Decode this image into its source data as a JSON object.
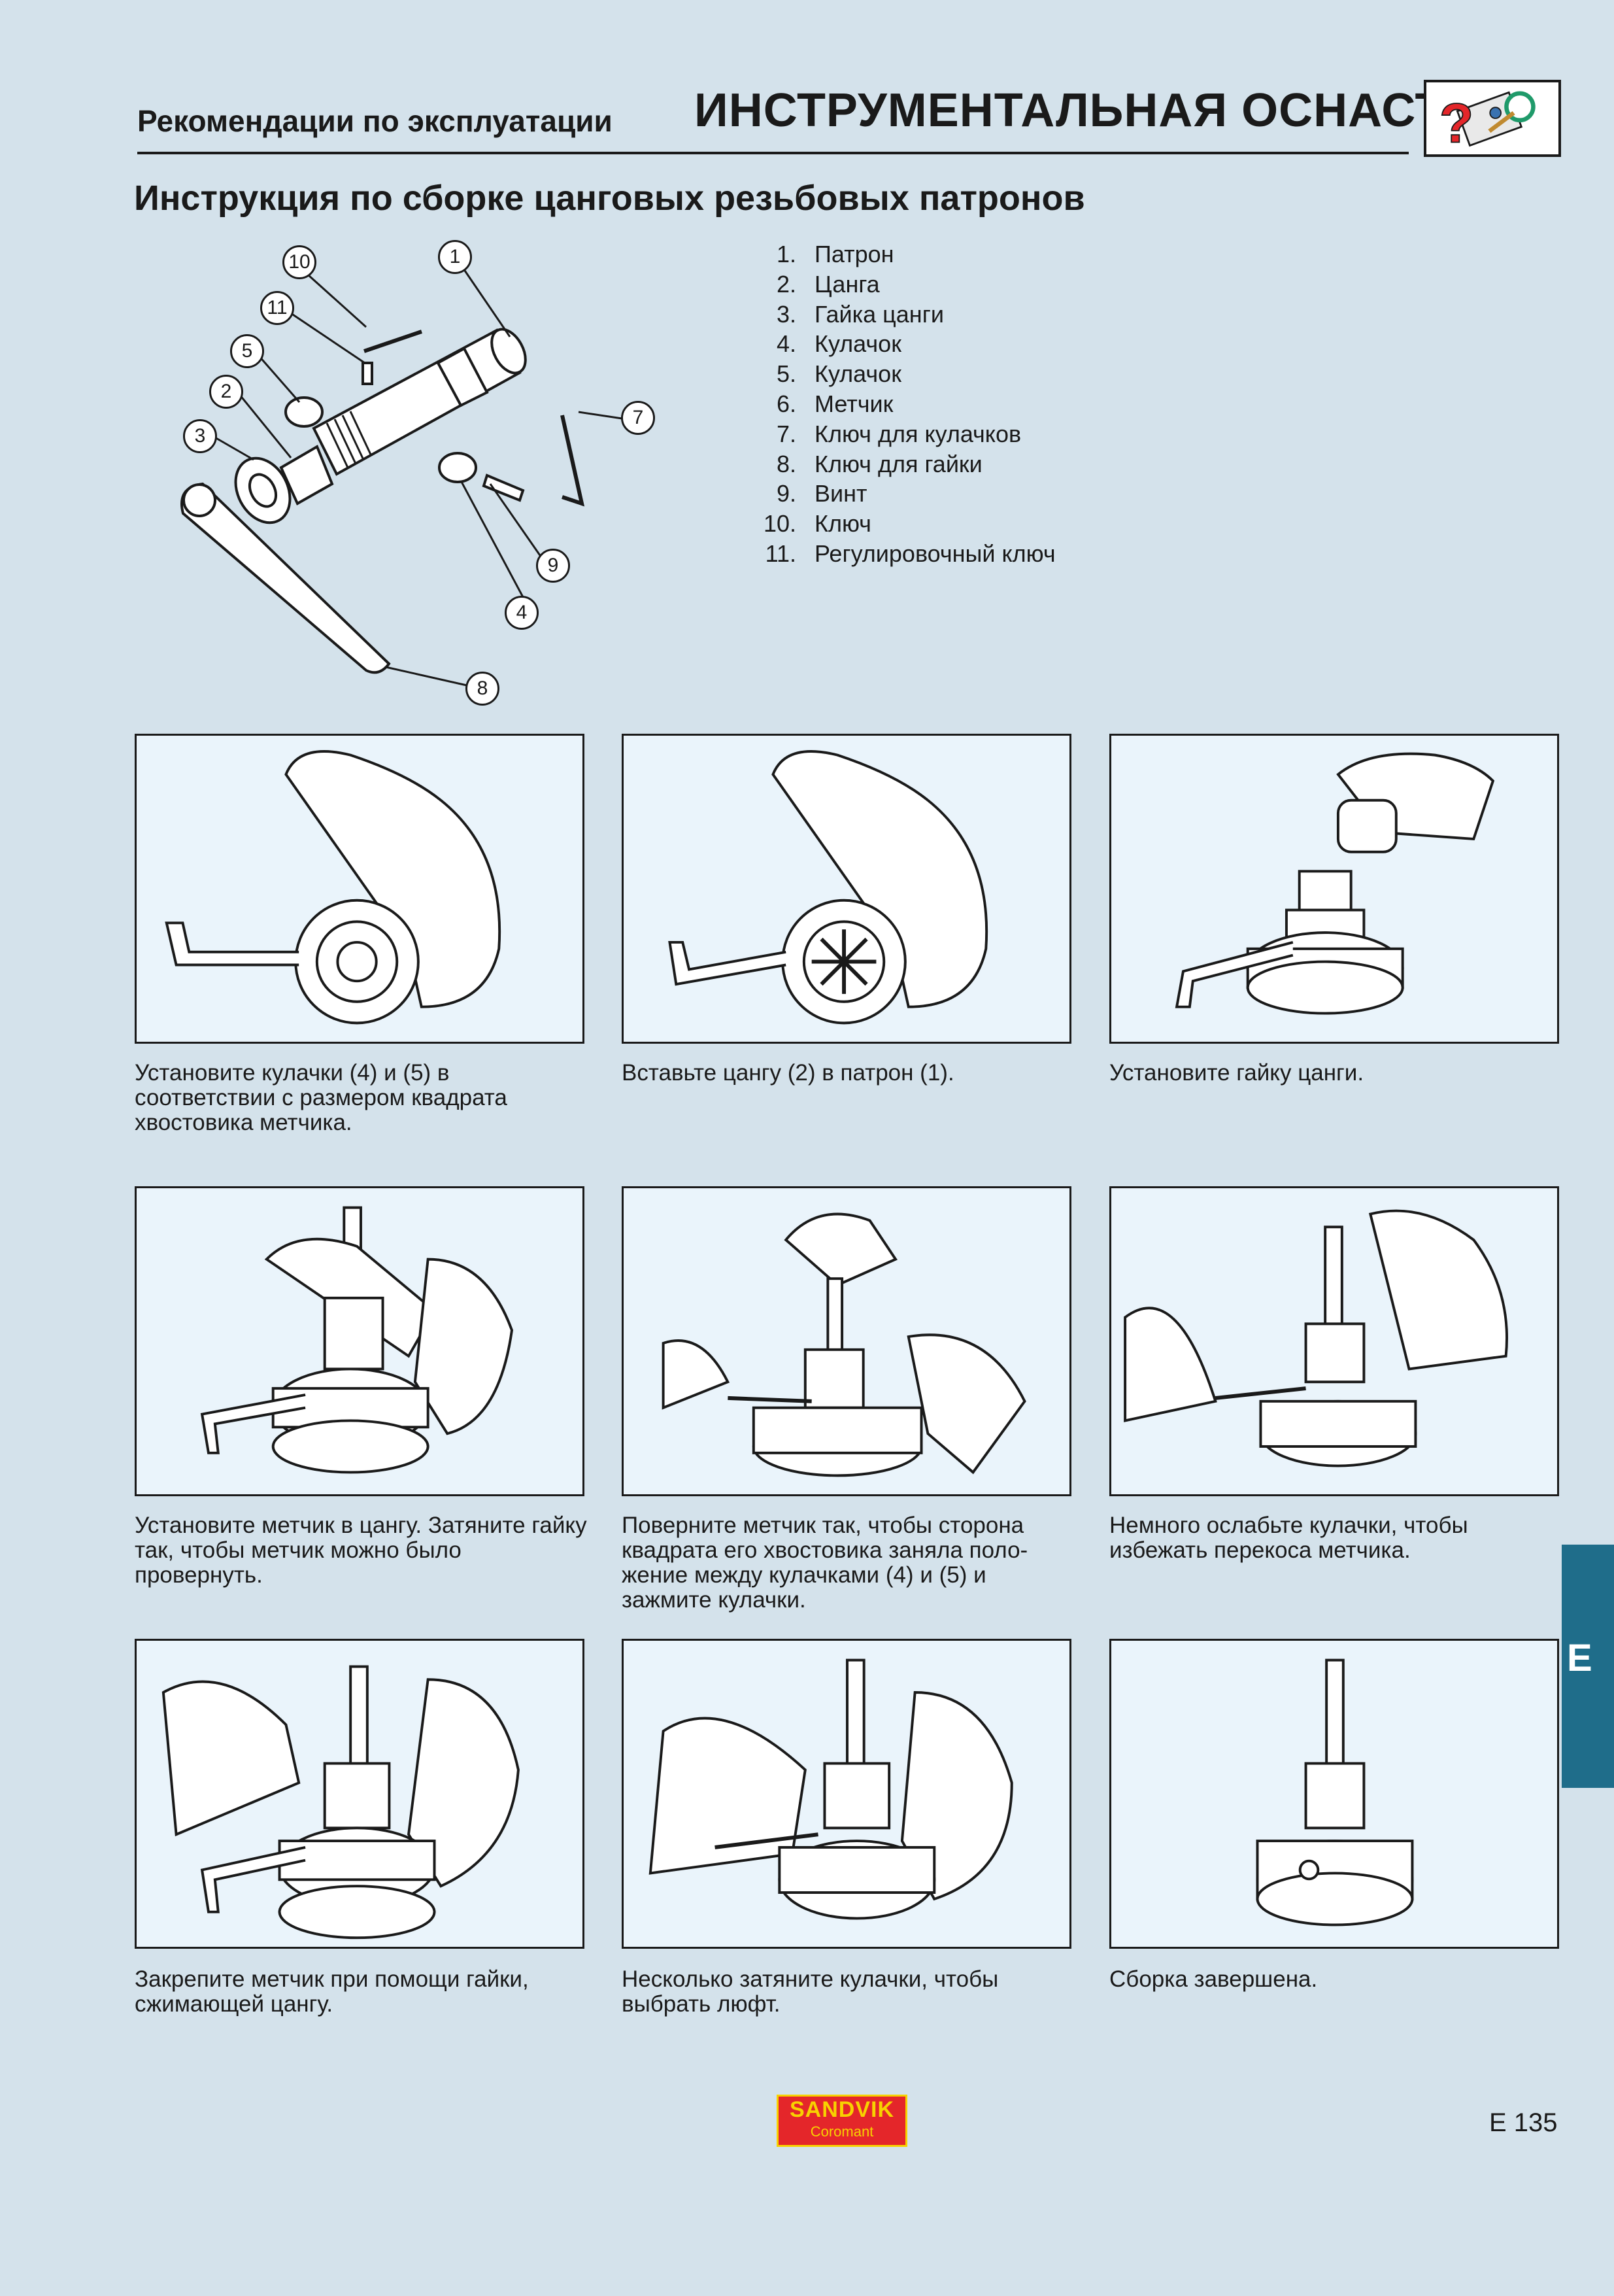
{
  "header": {
    "section": "Рекомендации по эксплуатации",
    "title": "ИНСТРУМЕНТАЛЬНАЯ ОСНАСТКА"
  },
  "page_title": "Инструкция по сборке цанговых резьбовых патронов",
  "parts": [
    {
      "num": "1.",
      "label": "Патрон"
    },
    {
      "num": "2.",
      "label": "Цанга"
    },
    {
      "num": "3.",
      "label": "Гайка цанги"
    },
    {
      "num": "4.",
      "label": "Кулачок"
    },
    {
      "num": "5.",
      "label": "Кулачок"
    },
    {
      "num": "6.",
      "label": "Метчик"
    },
    {
      "num": "7.",
      "label": "Ключ для кулачков"
    },
    {
      "num": "8.",
      "label": "Ключ для гайки"
    },
    {
      "num": "9.",
      "label": "Винт"
    },
    {
      "num": "10.",
      "label": "Ключ"
    },
    {
      "num": "11.",
      "label": "Регулировочный ключ"
    }
  ],
  "callouts": [
    "1",
    "2",
    "3",
    "4",
    "5",
    "7",
    "8",
    "9",
    "10",
    "11"
  ],
  "steps": [
    {
      "caption": "Установите кулачки (4) и (5) в соответствии с размером квадрата хвостовика метчика."
    },
    {
      "caption": "Вставьте цангу (2) в патрон (1)."
    },
    {
      "caption": "Установите гайку цанги."
    },
    {
      "caption": "Установите метчик в цангу. Затяните гайку так, чтобы метчик можно было провернуть."
    },
    {
      "caption": "Поверните метчик так, чтобы сторона квадрата его хвостовика заняла поло- жение между кулачками (4) и (5) и зажмите кулачки."
    },
    {
      "caption": "Немного ослабьте кулачки, чтобы избежать перекоса метчика."
    },
    {
      "caption": "Закрепите метчик при помощи гайки, сжимающей цангу."
    },
    {
      "caption": "Несколько затяните кулачки, чтобы выбрать люфт."
    },
    {
      "caption": "Сборка завершена."
    }
  ],
  "side_tab": "E",
  "footer": {
    "brand": "SANDVIK",
    "brand_sub": "Coromant",
    "page": "E 135"
  },
  "colors": {
    "background": "#d4e2eb",
    "panel": "#eaf4fb",
    "tab": "#1f6d8a",
    "logo_red": "#e4262a",
    "logo_yellow": "#f7d200"
  }
}
